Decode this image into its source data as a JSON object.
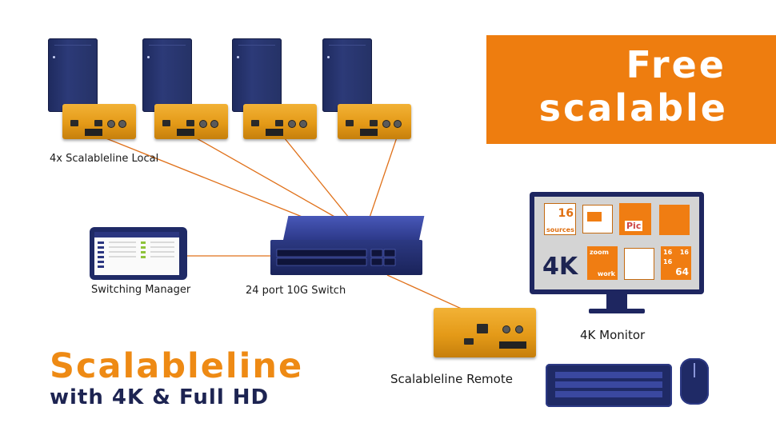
{
  "banner": {
    "line1": "Free",
    "line2": "scalable"
  },
  "labels": {
    "local": "4x Scalableline Local",
    "manager": "Switching Manager",
    "switch": "24 port 10G Switch",
    "remote": "Scalableline Remote",
    "monitor": "4K Monitor"
  },
  "brand": {
    "title": "Scalableline",
    "subtitle": "with 4K & Full HD"
  },
  "monitor_screen": {
    "tile_sources_num": "16",
    "tile_sources_word": "sources",
    "tile_pic": "Pic",
    "badge_4k": "4K",
    "tile_zoom": "zoom",
    "tile_work": "work",
    "tile_16_a": "16",
    "tile_16_b": "16",
    "tile_16_c": "16",
    "tile_64": "64"
  },
  "colors": {
    "accent_orange": "#ee7d0f",
    "navy": "#1d2452",
    "link_line": "#e0711a"
  }
}
